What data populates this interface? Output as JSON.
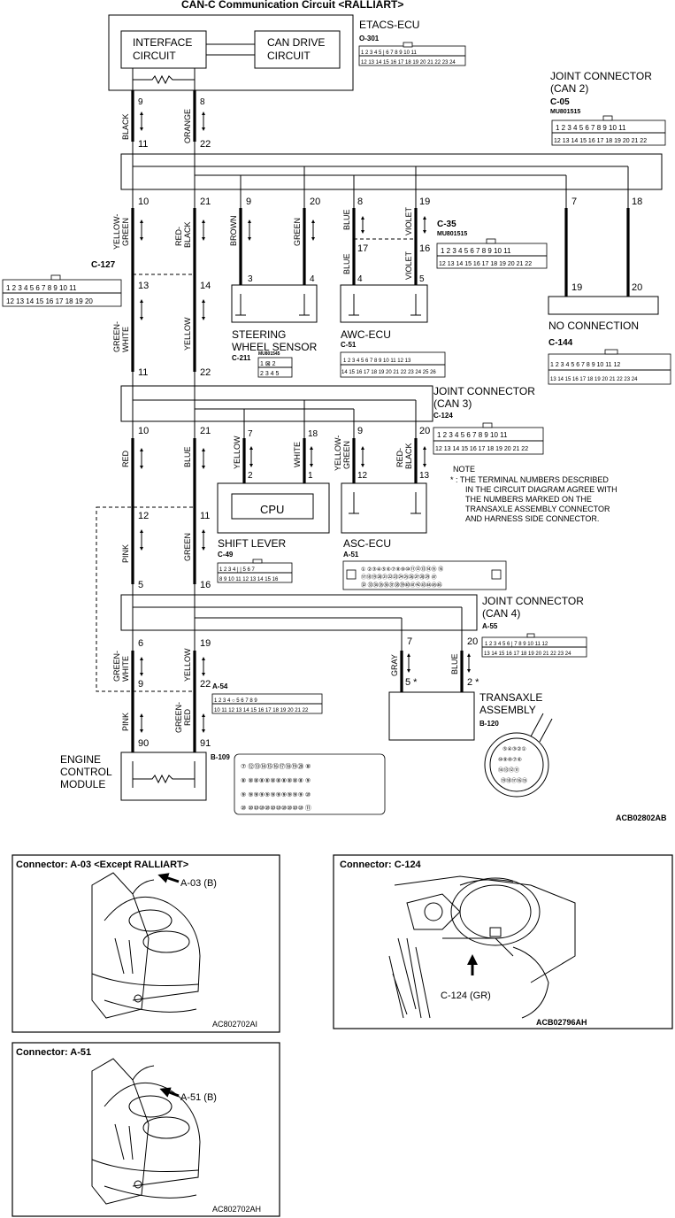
{
  "title": "CAN-C Communication Circuit <RALLIART>",
  "blocks": {
    "etacs": "ETACS-ECU",
    "etacs_code": "O-301",
    "interface1": "INTERFACE",
    "interface2": "CIRCUIT",
    "candrive1": "CAN DRIVE",
    "candrive2": "CIRCUIT",
    "jc2_1": "JOINT CONNECTOR",
    "jc2_2": "(CAN 2)",
    "jc2_code": "C-05",
    "jc2_part": "MU801515",
    "c127": "C-127",
    "c35": "C-35",
    "c35_part": "MU801515",
    "steer1": "STEERING",
    "steer2": "WHEEL SENSOR",
    "steer_code": "C-211",
    "steer_part": "MU801545",
    "awc": "AWC-ECU",
    "awc_code": "C-51",
    "noconn": "NO CONNECTION",
    "c144": "C-144",
    "jc3_1": "JOINT CONNECTOR",
    "jc3_2": "(CAN 3)",
    "jc3_code": "C-124",
    "cpu": "CPU",
    "shift": "SHIFT LEVER",
    "shift_code": "C-49",
    "asc": "ASC-ECU",
    "asc_code": "A-51",
    "jc4_1": "JOINT CONNECTOR",
    "jc4_2": "(CAN 4)",
    "jc4_code": "A-55",
    "a54": "A-54",
    "trans1": "TRANSAXLE",
    "trans2": "ASSEMBLY",
    "trans_code": "B-120",
    "ecm1": "ENGINE",
    "ecm2": "CONTROL",
    "ecm3": "MODULE",
    "ecm_code": "B-109",
    "figure_code": "ACB02802AB"
  },
  "note": {
    "head": "NOTE",
    "l1": "* : THE TERMINAL NUMBERS DESCRIBED",
    "l2": "IN THE CIRCUIT DIAGRAM AGREE WITH",
    "l3": "THE NUMBERS MARKED ON THE",
    "l4": "TRANSAXLE ASSEMBLY CONNECTOR",
    "l5": "AND HARNESS SIDE CONNECTOR."
  },
  "wires": {
    "black": "BLACK",
    "orange": "ORANGE",
    "yellow_green_1": "YELLOW-",
    "yellow_green_2": "GREEN",
    "red_black_1": "RED-",
    "red_black_2": "BLACK",
    "brown": "BROWN",
    "green": "GREEN",
    "blue": "BLUE",
    "violet": "VIOLET",
    "green_white_1": "GREEN-",
    "green_white_2": "WHITE",
    "yellow": "YELLOW",
    "red": "RED",
    "white": "WHITE",
    "pink": "PINK",
    "gray": "GRAY",
    "green_red_1": "GREEN-",
    "green_red_2": "RED"
  },
  "pins": {
    "p9": "9",
    "p8": "8",
    "p11": "11",
    "p22": "22",
    "p10": "10",
    "p21": "21",
    "p9b": "9",
    "p20": "20",
    "p8b": "8",
    "p19": "19",
    "p7": "7",
    "p18": "18",
    "p17": "17",
    "p16": "16",
    "p3": "3",
    "p4": "4",
    "p4b": "4",
    "p5": "5",
    "p13": "13",
    "p14": "14",
    "p19b": "19",
    "p20b": "20",
    "p11b": "11",
    "p22b": "22",
    "p10b": "10",
    "p21b": "21",
    "p7b": "7",
    "p18b": "18",
    "p9c": "9",
    "p20c": "20",
    "p2": "2",
    "p1": "1",
    "p12": "12",
    "p13b": "13",
    "p12b": "12",
    "p11c": "11",
    "p5b": "5",
    "p16b": "16",
    "p6": "6",
    "p19c": "19",
    "p7c": "7",
    "p20d": "20",
    "p9d": "9",
    "p22c": "22",
    "p5star": "5 *",
    "p2star": "2 *",
    "p90": "90",
    "p91": "91"
  },
  "panels": {
    "a03_title": "Connector: A-03 <Except RALLIART>",
    "a03_callout": "A-03 (B)",
    "a03_code": "AC802702AI",
    "c124_title": "Connector: C-124",
    "c124_callout": "C-124 (GR)",
    "c124_code": "ACB02796AH",
    "a51_title": "Connector: A-51",
    "a51_callout": "A-51 (B)",
    "a51_code": "AC802702AH"
  }
}
